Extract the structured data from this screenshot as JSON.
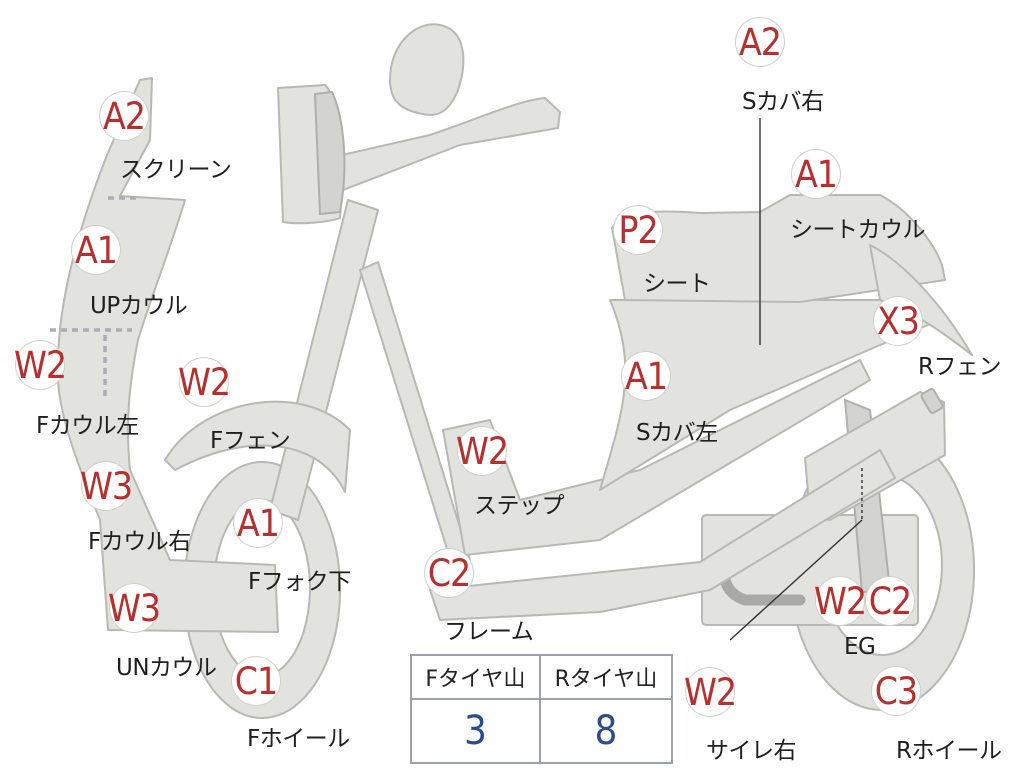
{
  "markers": [
    {
      "id": "screen-a2",
      "text": "A2"
    },
    {
      "id": "upcowl-a1",
      "text": "A1"
    },
    {
      "id": "fcowl-left-w2",
      "text": "W2"
    },
    {
      "id": "fcowl-right-w3",
      "text": "W3"
    },
    {
      "id": "uncowl-w3",
      "text": "W3"
    },
    {
      "id": "ffender-w2",
      "text": "W2"
    },
    {
      "id": "ffork-a1",
      "text": "A1"
    },
    {
      "id": "fwheel-c1",
      "text": "C1"
    },
    {
      "id": "step-w2",
      "text": "W2"
    },
    {
      "id": "frame-c2",
      "text": "C2"
    },
    {
      "id": "scover-left-a1",
      "text": "A1"
    },
    {
      "id": "seat-p2",
      "text": "P2"
    },
    {
      "id": "scover-right-a2",
      "text": "A2"
    },
    {
      "id": "seatcowl-a1",
      "text": "A1"
    },
    {
      "id": "rfender-x3",
      "text": "X3"
    },
    {
      "id": "eg-w2",
      "text": "W2"
    },
    {
      "id": "eg-c2",
      "text": "C2"
    },
    {
      "id": "rwheel-c3",
      "text": "C3"
    },
    {
      "id": "silencer-w2",
      "text": "W2"
    }
  ],
  "labels": {
    "screen": "スクリーン",
    "upcowl": "UPカウル",
    "fcowl_left": "Fカウル左",
    "fcowl_right": "Fカウル右",
    "uncowl": "UNカウル",
    "ffender": "Fフェン",
    "ffork": "Fフォク下",
    "fwheel": "Fホイール",
    "step": "ステップ",
    "frame": "フレーム",
    "scover_left": "Sカバ左",
    "seat": "シート",
    "scover_right": "Sカバ右",
    "seatcowl": "シートカウル",
    "rfender": "Rフェン",
    "eg": "EG",
    "rwheel": "Rホイール",
    "silencer": "サイレ右"
  },
  "tire_table": {
    "headers": [
      "Fタイヤ山",
      "Rタイヤ山"
    ],
    "values": [
      "3",
      "8"
    ]
  }
}
